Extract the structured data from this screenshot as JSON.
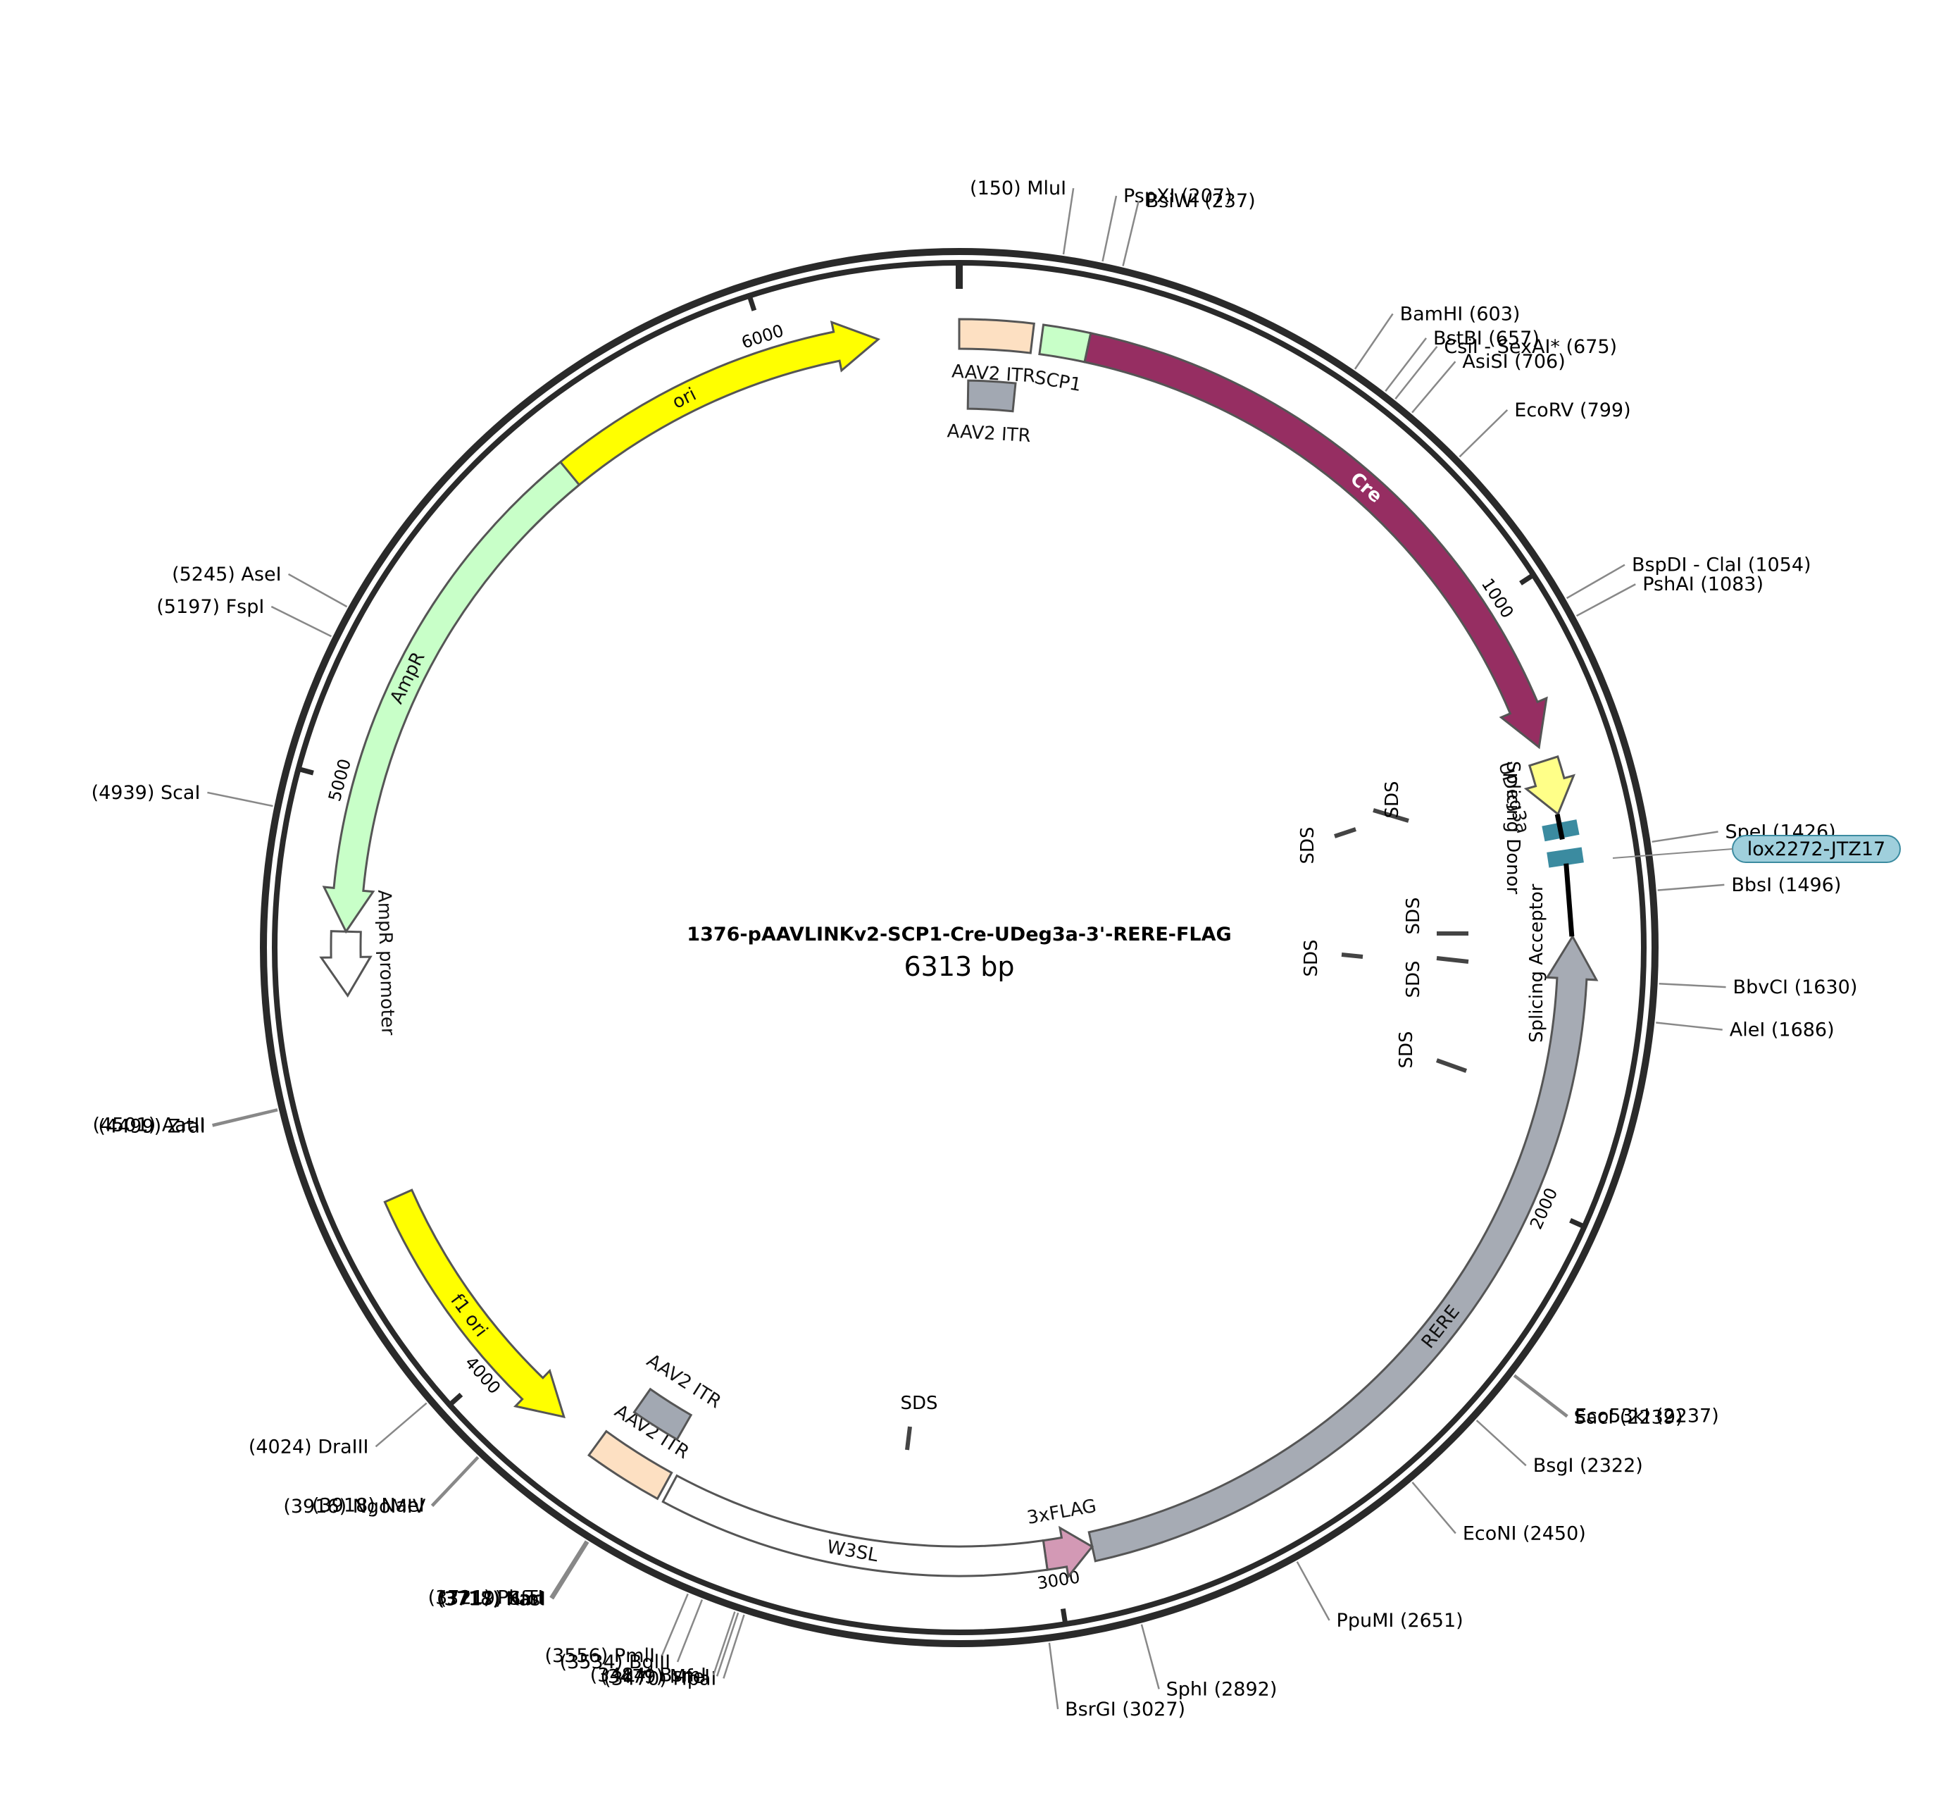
{
  "plasmid": {
    "name": "1376-pAAVLINKv2-SCP1-Cre-UDeg3a-3'-RERE-FLAG",
    "size_label": "6313 bp",
    "length": 6313
  },
  "colors": {
    "backbone": "#2a2a2a",
    "ori": "#ffff00",
    "itr": "#fde0c2",
    "itr_gray": "#a2a8b2",
    "scp1": "#c8ffc8",
    "cre": "#962e62",
    "udeg": "#ffff88",
    "rere": "#a6abb4",
    "flag": "#d399b5",
    "lox": "#3b8ba0",
    "lox_badge": "#9fcfdc",
    "outline": "#555555",
    "leader": "#888888"
  },
  "ticks": [
    {
      "pos": 0,
      "label": ""
    },
    {
      "pos": 1000,
      "label": "1000"
    },
    {
      "pos": 2000,
      "label": "2000"
    },
    {
      "pos": 3000,
      "label": "3000"
    },
    {
      "pos": 4000,
      "label": "4000"
    },
    {
      "pos": 5000,
      "label": "5000"
    },
    {
      "pos": 6000,
      "label": "6000"
    }
  ],
  "features": [
    {
      "name": "ori",
      "start": 5513,
      "end": 6180,
      "strand": 1,
      "color": "#ffff00",
      "label": "ori",
      "label_inside": true
    },
    {
      "name": "AAV2 ITR",
      "start": 0,
      "end": 120,
      "strand": 0,
      "color": "#fde0c2",
      "label": "AAV2 ITR"
    },
    {
      "name": "SCP1",
      "start": 135,
      "end": 212,
      "strand": 0,
      "color": "#c8ffc8",
      "label": "SCP1"
    },
    {
      "name": "Cre",
      "start": 212,
      "end": 1244,
      "strand": 1,
      "color": "#962e62",
      "label": "Cre",
      "label_inside": true,
      "label_white": true
    },
    {
      "name": "AAV2 ITR",
      "start": 16,
      "end": 100,
      "strand": 0,
      "color": "#a2a8b2",
      "label": "AAV2 ITR",
      "lane": "inner"
    },
    {
      "name": "UDeg3a",
      "start": 1268,
      "end": 1358,
      "strand": 1,
      "color": "#ffff88",
      "label": "UDeg3a"
    },
    {
      "name": "RERE",
      "start": 1560,
      "end": 2937,
      "strand": -1,
      "color": "#a6abb4",
      "label": "RERE",
      "label_inside": true
    },
    {
      "name": "3xFLAG",
      "start": 2937,
      "end": 3015,
      "strand": -1,
      "color": "#d399b5",
      "label": "3xFLAG"
    },
    {
      "name": "W3SL",
      "start": 3015,
      "end": 3650,
      "strand": 0,
      "color": "#ffffff",
      "label": "W3SL",
      "label_inside": true
    },
    {
      "name": "AAV2 ITR",
      "start": 3660,
      "end": 3790,
      "strand": 0,
      "color": "#fde0c2",
      "label": "AAV2 ITR"
    },
    {
      "name": "AAV2 ITR",
      "start": 3680,
      "end": 3770,
      "strand": 0,
      "color": "#a2a8b2",
      "label": "AAV2 ITR",
      "lane": "inner"
    },
    {
      "name": "f1 ori",
      "start": 3860,
      "end": 4316,
      "strand": -1,
      "color": "#ffff00",
      "label": "f1 ori",
      "label_inside": true
    },
    {
      "name": "AmpR promoter",
      "start": 4656,
      "end": 4761,
      "strand": -1,
      "color": "#ffffff",
      "label": "AmpR promoter"
    },
    {
      "name": "AmpR",
      "start": 4761,
      "end": 5622,
      "strand": -1,
      "color": "#c8ffc8",
      "label": "AmpR",
      "label_inside": true
    }
  ],
  "features_extra": {
    "splicing_donor": "Splicing Donor",
    "splicing_acceptor": "Splicing Acceptor",
    "lox_label": "lox2272-JTZ17",
    "sds_label": "SDS"
  },
  "sites": [
    {
      "name": "MluI",
      "pos": 150,
      "label": "(150)  MluI",
      "side": "left"
    },
    {
      "name": "PspXI",
      "pos": 207,
      "label": "PspXI  (207)"
    },
    {
      "name": "BsiWI",
      "pos": 237,
      "label": "BsiWI  (237)"
    },
    {
      "name": "BamHI",
      "pos": 603,
      "label": "BamHI  (603)"
    },
    {
      "name": "BstBI",
      "pos": 657,
      "label": "BstBI  (657)"
    },
    {
      "name": "CsiI",
      "pos": 675,
      "label": "CsiI - SexAI*  (675)"
    },
    {
      "name": "AsiSI",
      "pos": 706,
      "label": "AsiSI  (706)"
    },
    {
      "name": "EcoRV",
      "pos": 799,
      "label": "EcoRV  (799)"
    },
    {
      "name": "BspDI",
      "pos": 1054,
      "label": "BspDI - ClaI  (1054)"
    },
    {
      "name": "PshAI",
      "pos": 1083,
      "label": "PshAI  (1083)"
    },
    {
      "name": "SpeI",
      "pos": 1426,
      "label": "SpeI  (1426)"
    },
    {
      "name": "BbsI",
      "pos": 1496,
      "label": "BbsI  (1496)"
    },
    {
      "name": "BbvCI",
      "pos": 1630,
      "label": "BbvCI  (1630)"
    },
    {
      "name": "AleI",
      "pos": 1686,
      "label": "AleI  (1686)"
    },
    {
      "name": "Eco53kI",
      "pos": 2237,
      "label": "Eco53kI  (2237)"
    },
    {
      "name": "SacI",
      "pos": 2239,
      "label": "SacI  (2239)"
    },
    {
      "name": "BsgI",
      "pos": 2322,
      "label": "BsgI  (2322)"
    },
    {
      "name": "EcoNI",
      "pos": 2450,
      "label": "EcoNI  (2450)"
    },
    {
      "name": "PpuMI",
      "pos": 2651,
      "label": "PpuMI  (2651)"
    },
    {
      "name": "SphI",
      "pos": 2892,
      "label": "SphI  (2892)"
    },
    {
      "name": "BsrGI",
      "pos": 3027,
      "label": "BsrGI  (3027)"
    },
    {
      "name": "HpaI",
      "pos": 3470,
      "label": "(3470)  HpaI",
      "side": "left"
    },
    {
      "name": "MfeI",
      "pos": 3479,
      "label": "(3479)  MfeI",
      "side": "left"
    },
    {
      "name": "BsmI",
      "pos": 3484,
      "label": "(3484)  BsmI",
      "side": "left"
    },
    {
      "name": "BglII",
      "pos": 3534,
      "label": "(3534)  BglII",
      "side": "left"
    },
    {
      "name": "PmlI",
      "pos": 3556,
      "label": "(3556)  PmlI",
      "side": "left"
    },
    {
      "name": "KasI",
      "pos": 3717,
      "label": "(3717)  KasI",
      "side": "left"
    },
    {
      "name": "NarI",
      "pos": 3718,
      "label": "(3718)  NarI",
      "side": "left"
    },
    {
      "name": "SfoI",
      "pos": 3719,
      "label": "(3719)  SfoI",
      "side": "left"
    },
    {
      "name": "PluTI",
      "pos": 3721,
      "label": "(3721)  PluTI",
      "side": "left"
    },
    {
      "name": "NgoMIV",
      "pos": 3916,
      "label": "(3916)  NgoMIV",
      "side": "left"
    },
    {
      "name": "NaeI",
      "pos": 3918,
      "label": "(3918)  NaeI",
      "side": "left"
    },
    {
      "name": "DraIII",
      "pos": 4024,
      "label": "(4024)  DraIII",
      "side": "left"
    },
    {
      "name": "ZraI",
      "pos": 4499,
      "label": "(4499)  ZraI",
      "side": "left"
    },
    {
      "name": "AatII",
      "pos": 4501,
      "label": "(4501)  AatII",
      "side": "left"
    },
    {
      "name": "ScaI",
      "pos": 4939,
      "label": "(4939)  ScaI",
      "side": "left"
    },
    {
      "name": "FspI",
      "pos": 5197,
      "label": "(5197)  FspI",
      "side": "left"
    },
    {
      "name": "AseI",
      "pos": 5245,
      "label": "(5245)  AseI",
      "side": "left"
    }
  ]
}
